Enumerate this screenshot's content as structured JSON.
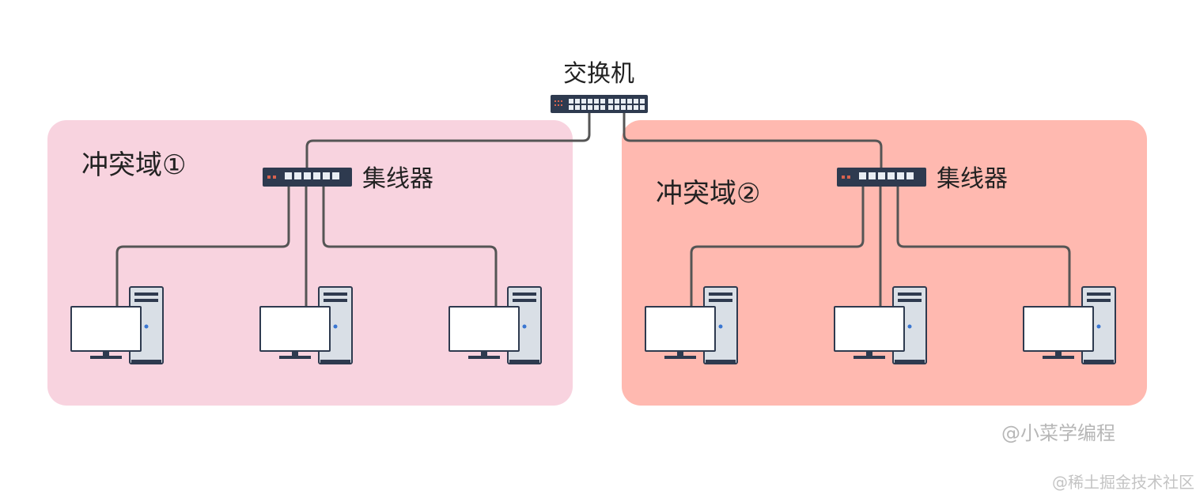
{
  "switch": {
    "label": "交换机"
  },
  "domains": [
    {
      "label": "冲突域①",
      "hub_label": "集线器",
      "color": "#f8d3df"
    },
    {
      "label": "冲突域②",
      "hub_label": "集线器",
      "color": "#ffb9b0"
    }
  ],
  "watermarks": {
    "author": "@小菜学编程",
    "site": "@稀土掘金技术社区"
  },
  "colors": {
    "cable": "#555555",
    "device": "#2e3a4f",
    "port": "#e9eef4",
    "screen": "#ffffff",
    "tower": "#d9dfe6"
  }
}
